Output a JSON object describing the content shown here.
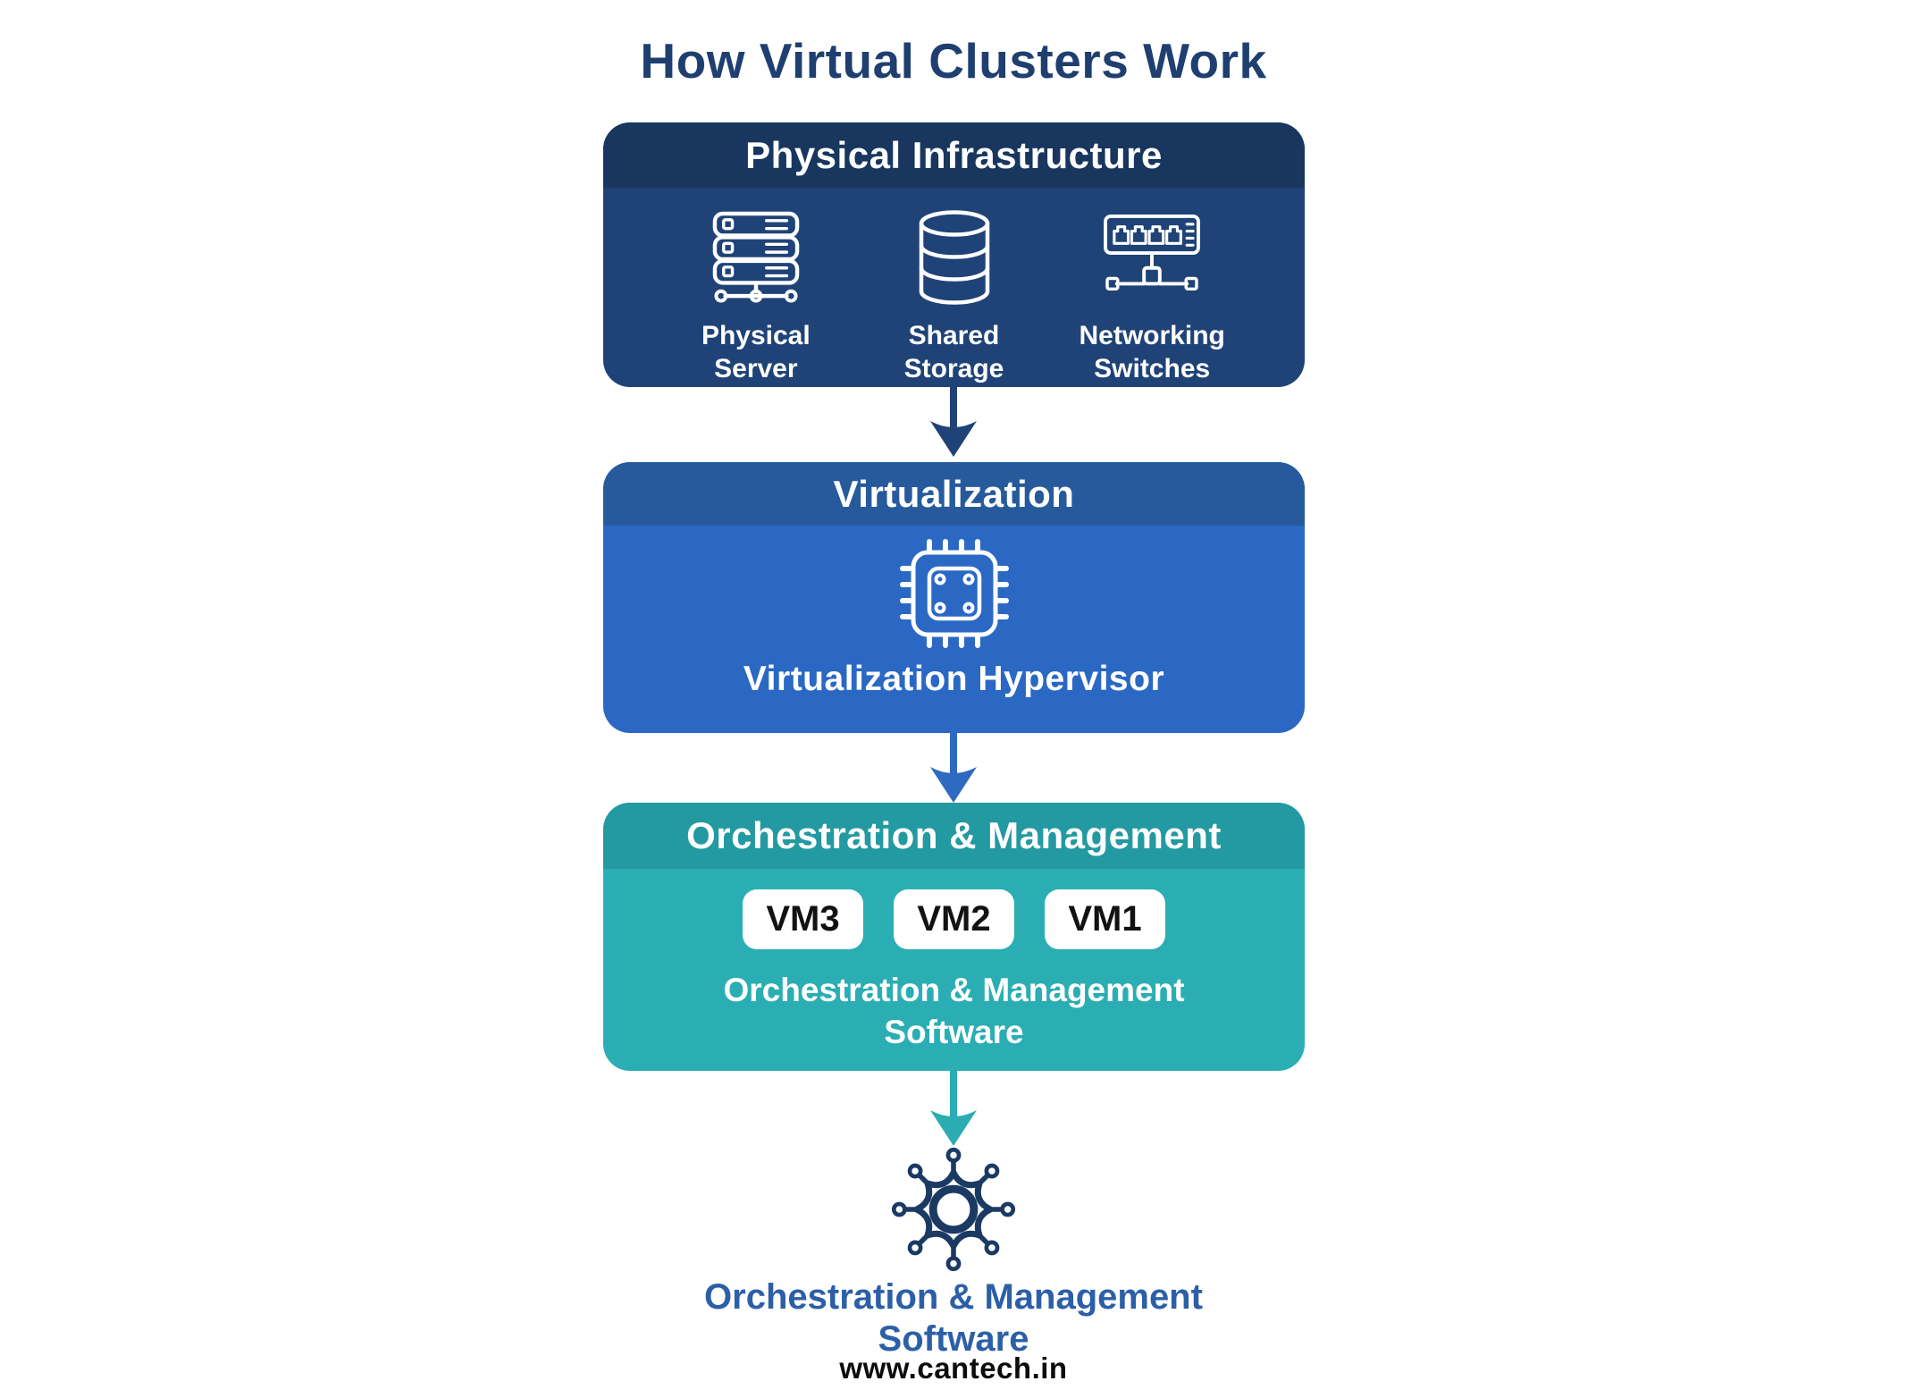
{
  "page": {
    "title": "How Virtual Clusters Work"
  },
  "colors": {
    "title_navy": "#1e3f70",
    "box1_header": "#18365e",
    "box1_body": "#1f4377",
    "box2_header": "#275a9d",
    "box2_body": "#2a68c4",
    "box3_header": "#2399a1",
    "box3_body": "#2aaeb3",
    "arrow1": "#1f4377",
    "arrow2": "#2e6ac2",
    "arrow3": "#2aacb2",
    "gear_navy": "#1b3a63",
    "footer_blue": "#2c5fa7"
  },
  "layers": {
    "physical": {
      "header": "Physical Infrastructure",
      "items": [
        {
          "icon": "server-icon",
          "label": "Physical Server"
        },
        {
          "icon": "storage-icon",
          "label": "Shared Storage"
        },
        {
          "icon": "network-switch-icon",
          "label": "Networking Switches"
        }
      ]
    },
    "virtualization": {
      "header": "Virtualization",
      "icon": "cpu-chip-icon",
      "caption": "Virtualization Hypervisor"
    },
    "orchestration": {
      "header": "Orchestration & Management",
      "vms": [
        "VM3",
        "VM2",
        "VM1"
      ],
      "caption": "Orchestration & Management Software"
    }
  },
  "footer": {
    "icon": "orchestration-gear-icon",
    "label": "Orchestration & Management Software",
    "website": "www.cantech.in"
  }
}
